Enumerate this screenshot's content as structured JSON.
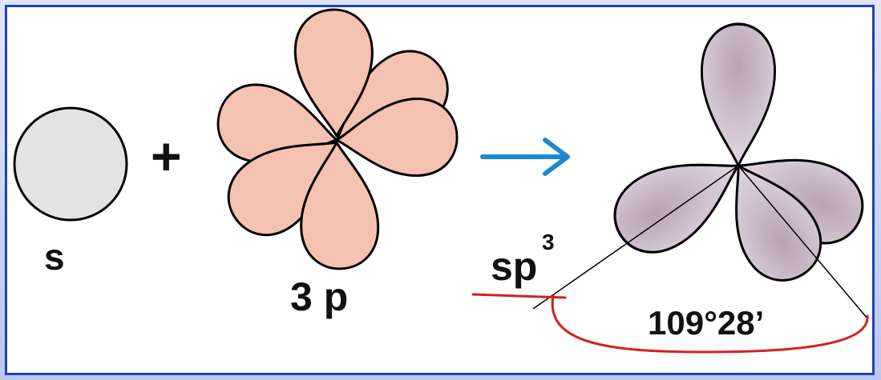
{
  "labels": {
    "s": "s",
    "plus": "+",
    "three_p": "3 p",
    "sp3_base": "sp",
    "sp3_sup": "3",
    "angle": "109°28’"
  },
  "colors": {
    "s_orbital": "#e3e3e3",
    "p_orbital": "#f4c2b0",
    "sp3_orbital": "#c9b6c6",
    "arrow": "#1e88d0",
    "angle_arc": "#d42020",
    "frame_border": "#1f3fb8"
  }
}
